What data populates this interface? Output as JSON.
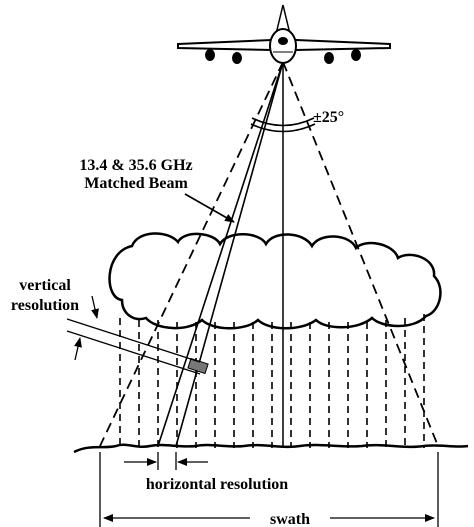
{
  "labels": {
    "angle": "±25°",
    "beam_freq": "13.4 & 35.6 GHz",
    "beam_name": "Matched Beam",
    "vertical_1": "vertical",
    "vertical_2": "resolution",
    "horizontal": "horizontal resolution",
    "swath": "swath"
  }
}
